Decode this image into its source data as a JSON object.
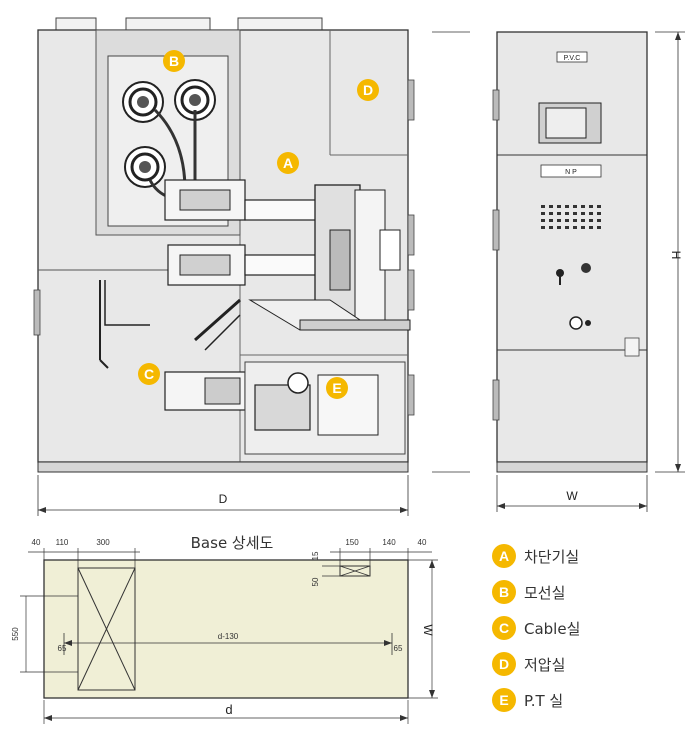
{
  "callouts": {
    "a": "A",
    "b": "B",
    "c": "C",
    "d": "D",
    "e": "E"
  },
  "panel_labels": {
    "pvc": "P.V.C",
    "np": "N  P"
  },
  "dimensions": {
    "side_depth": "D",
    "front_width": "W",
    "front_height": "H"
  },
  "base_detail": {
    "title": "Base 상세도",
    "top_left": [
      "40",
      "110",
      "300"
    ],
    "top_right": [
      "150",
      "140",
      "40"
    ],
    "left_height": "550",
    "mid_left": "65",
    "mid_span": "d-130",
    "mid_right": "65",
    "small_v1": "15",
    "small_v2": "50",
    "width_label": "W",
    "depth_label": "d"
  },
  "legend": [
    {
      "key": "A",
      "label": "차단기실"
    },
    {
      "key": "B",
      "label": "모선실"
    },
    {
      "key": "C",
      "label": "Cable실"
    },
    {
      "key": "D",
      "label": "저압실"
    },
    {
      "key": "E",
      "label": "P.T 실"
    }
  ],
  "colors": {
    "callout": "#f5b800",
    "cabinet_fill": "#e6e6e6",
    "base_fill": "#f0efd6",
    "line": "#333333"
  }
}
